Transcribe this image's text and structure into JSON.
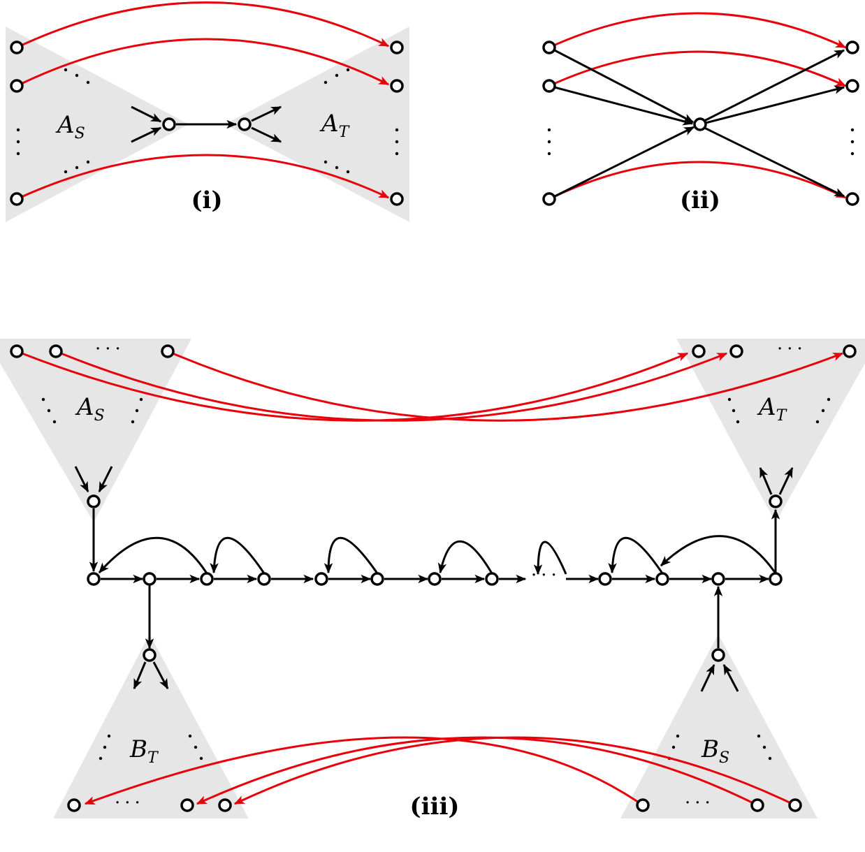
{
  "captions": {
    "panel_i": "(i)",
    "panel_ii": "(ii)",
    "panel_iii": "(iii)"
  },
  "region_labels": {
    "i_left": {
      "base": "A",
      "sub": "S"
    },
    "i_right": {
      "base": "A",
      "sub": "T"
    },
    "iii_top_left": {
      "base": "A",
      "sub": "S"
    },
    "iii_top_right": {
      "base": "A",
      "sub": "T"
    },
    "iii_bottom_left": {
      "base": "B",
      "sub": "T"
    },
    "iii_bottom_right": {
      "base": "B",
      "sub": "S"
    }
  },
  "ellipsis": "···",
  "colors": {
    "region": "#e6e6e6",
    "edge": "#000000",
    "terminal_edge": "#e8000b"
  }
}
